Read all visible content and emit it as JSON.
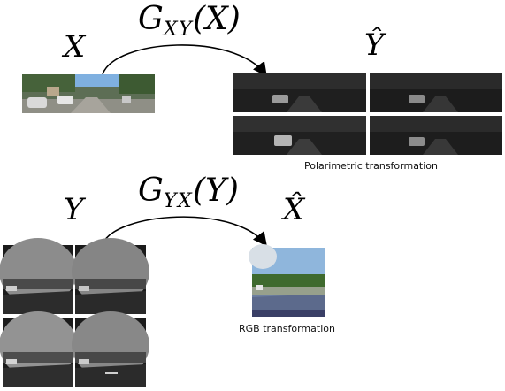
{
  "top_block": {
    "input_label": "X",
    "mapping_label": "G",
    "mapping_subscript": "XY",
    "mapping_argument": "(X)",
    "output_label": "Ŷ",
    "caption": "Polarimetric transformation"
  },
  "bottom_block": {
    "input_label": "Y",
    "mapping_label": "G",
    "mapping_subscript": "YX",
    "mapping_argument": "(Y)",
    "output_label": "X̂",
    "caption": "RGB transformation"
  },
  "colors": {
    "rgb_sky": "#6fa3d8",
    "rgb_foliage": "#3f6a2e",
    "polarimetric_dark": "#1e1e1e",
    "grayscale_sky": "#8f8f8f",
    "grayscale_road": "#2a2a2a"
  }
}
